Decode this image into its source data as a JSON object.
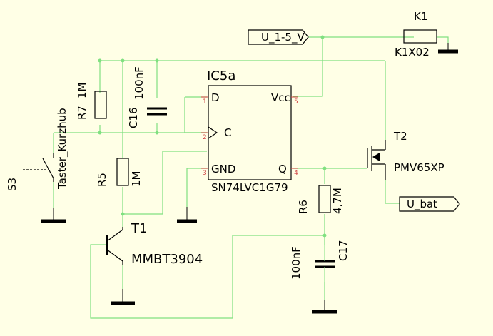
{
  "parts": {
    "ic": {
      "ref": "IC5a",
      "value": "SN74LVC1G79",
      "pins": {
        "d": "D",
        "c": "C",
        "gnd": "GND",
        "vcc": "Vcc",
        "q": "Q"
      },
      "pin_numbers": {
        "d": "1",
        "c": "2",
        "gnd": "3",
        "vcc": "5",
        "q": "4"
      }
    },
    "r7": {
      "ref": "R7",
      "value": "1M"
    },
    "c16": {
      "ref": "C16",
      "value": "100nF"
    },
    "r5": {
      "ref": "R5",
      "value": "1M"
    },
    "s3": {
      "ref": "S3",
      "value": "Taster_Kurzhub"
    },
    "t1": {
      "ref": "T1",
      "value": "MMBT3904"
    },
    "t2": {
      "ref": "T2",
      "value": "PMV65XP"
    },
    "r6": {
      "ref": "R6",
      "value": "4,7M"
    },
    "c17": {
      "ref": "C17",
      "value": "100nF"
    },
    "k1": {
      "ref": "K1",
      "value": "K1X02"
    }
  },
  "nets": {
    "supply": "U_1-5_V",
    "battery": "U_bat"
  },
  "colors": {
    "wire": "#80e080",
    "body": "#000000",
    "pin": "#d04040",
    "background": "#ffffe6"
  }
}
